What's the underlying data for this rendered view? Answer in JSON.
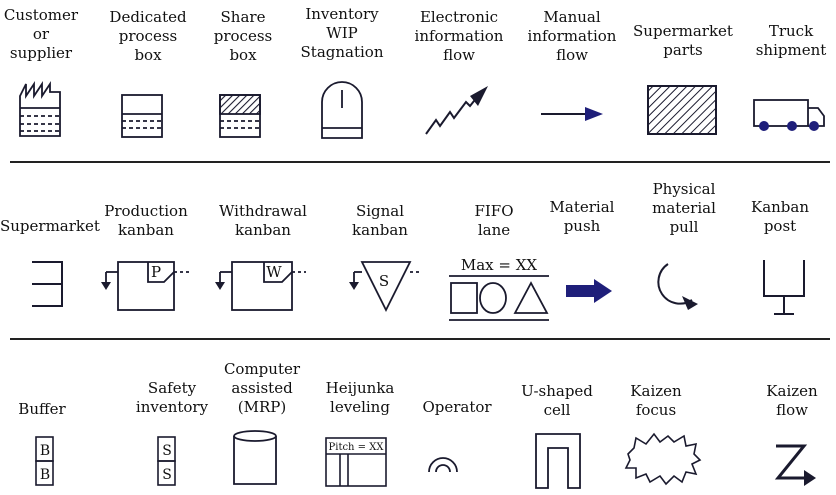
{
  "colors": {
    "stroke": "#1a1a2e",
    "navy": "#1f1f7a",
    "text": "#111111"
  },
  "rows": [
    {
      "items": [
        {
          "key": "customer",
          "label": "Customer\nor\nsupplier"
        },
        {
          "key": "dedicated",
          "label": "Dedicated\nprocess\nbox"
        },
        {
          "key": "share",
          "label": "Share\nprocess\nbox"
        },
        {
          "key": "inventory",
          "label": "Inventory\nWIP\nStagnation"
        },
        {
          "key": "electronic",
          "label": "Electronic\ninformation\nflow"
        },
        {
          "key": "manual",
          "label": "Manual\ninformation\nflow"
        },
        {
          "key": "supermarket_parts",
          "label": "Supermarket\nparts"
        },
        {
          "key": "truck",
          "label": "Truck\nshipment"
        }
      ]
    },
    {
      "items": [
        {
          "key": "supermarket",
          "label": "Supermarket"
        },
        {
          "key": "production_kanban",
          "label": "Production\nkanban",
          "glyph": "P"
        },
        {
          "key": "withdrawal_kanban",
          "label": "Withdrawal\nkanban",
          "glyph": "W"
        },
        {
          "key": "signal_kanban",
          "label": "Signal\nkanban",
          "glyph": "S"
        },
        {
          "key": "fifo",
          "label": "FIFO\nlane",
          "glyph": "Max = XX"
        },
        {
          "key": "push",
          "label": "Material\npush"
        },
        {
          "key": "pull",
          "label": "Physical\nmaterial\npull"
        },
        {
          "key": "kanban_post",
          "label": "Kanban\npost"
        }
      ]
    },
    {
      "items": [
        {
          "key": "buffer",
          "label": "Buffer",
          "glyph": "B"
        },
        {
          "key": "safety",
          "label": "Safety\ninventory",
          "glyph": "S"
        },
        {
          "key": "mrp",
          "label": "Computer\nassisted\n(MRP)"
        },
        {
          "key": "heijunka",
          "label": "Heijunka\nleveling",
          "glyph": "Pitch = XX"
        },
        {
          "key": "operator",
          "label": "Operator"
        },
        {
          "key": "ucell",
          "label": "U-shaped\ncell"
        },
        {
          "key": "kaizen_focus",
          "label": "Kaizen\nfocus"
        },
        {
          "key": "kaizen_flow",
          "label": "Kaizen\nflow"
        }
      ]
    }
  ]
}
